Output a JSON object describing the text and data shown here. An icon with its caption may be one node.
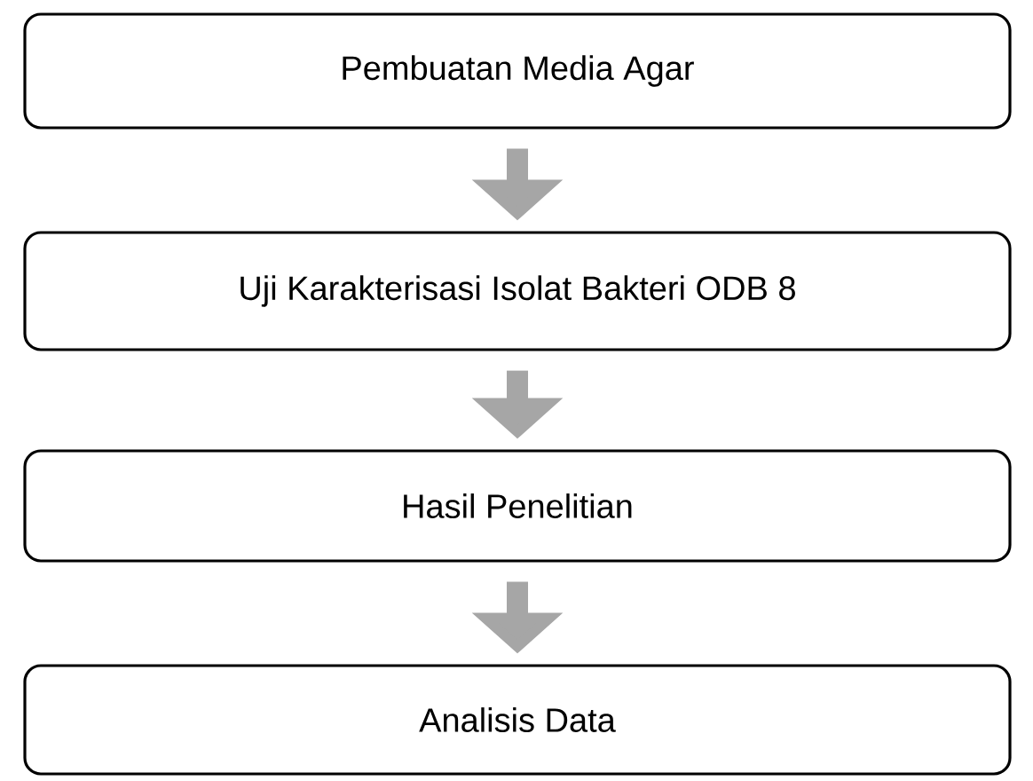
{
  "diagram": {
    "nodes": [
      {
        "text": [
          "Pembuatan Media Agar"
        ]
      },
      {
        "text": [
          "Uji Karakterisasi Isolat Bakteri ODB 8"
        ]
      },
      {
        "text": [
          "Hasil Penelitian"
        ]
      },
      {
        "text": [
          "Analisis Data"
        ]
      }
    ],
    "edges": [
      {
        "from": 0,
        "to": 1,
        "arrow": "to"
      },
      {
        "from": 1,
        "to": 2,
        "arrow": "to"
      },
      {
        "from": 2,
        "to": 3,
        "arrow": "to"
      }
    ]
  }
}
